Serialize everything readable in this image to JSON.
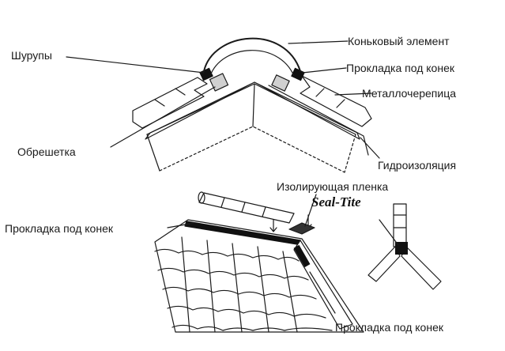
{
  "labels": {
    "ridge_element": "Коньковый элемент",
    "screws": "Шурупы",
    "ridge_gasket_top": "Прокладка под конек",
    "metal_tile": "Металлочерепица",
    "batten": "Обрешетка",
    "waterproofing": "Гидроизоляция",
    "insulating_film": "Изолирующая пленка",
    "brand_name": "Seal-Tite",
    "ridge_gasket_left": "Прокладка под конек",
    "ridge_gasket_bottom": "Прокладка под конек"
  },
  "colors": {
    "line": "#1a1a1a",
    "background": "#ffffff",
    "gasket": "#111111"
  }
}
